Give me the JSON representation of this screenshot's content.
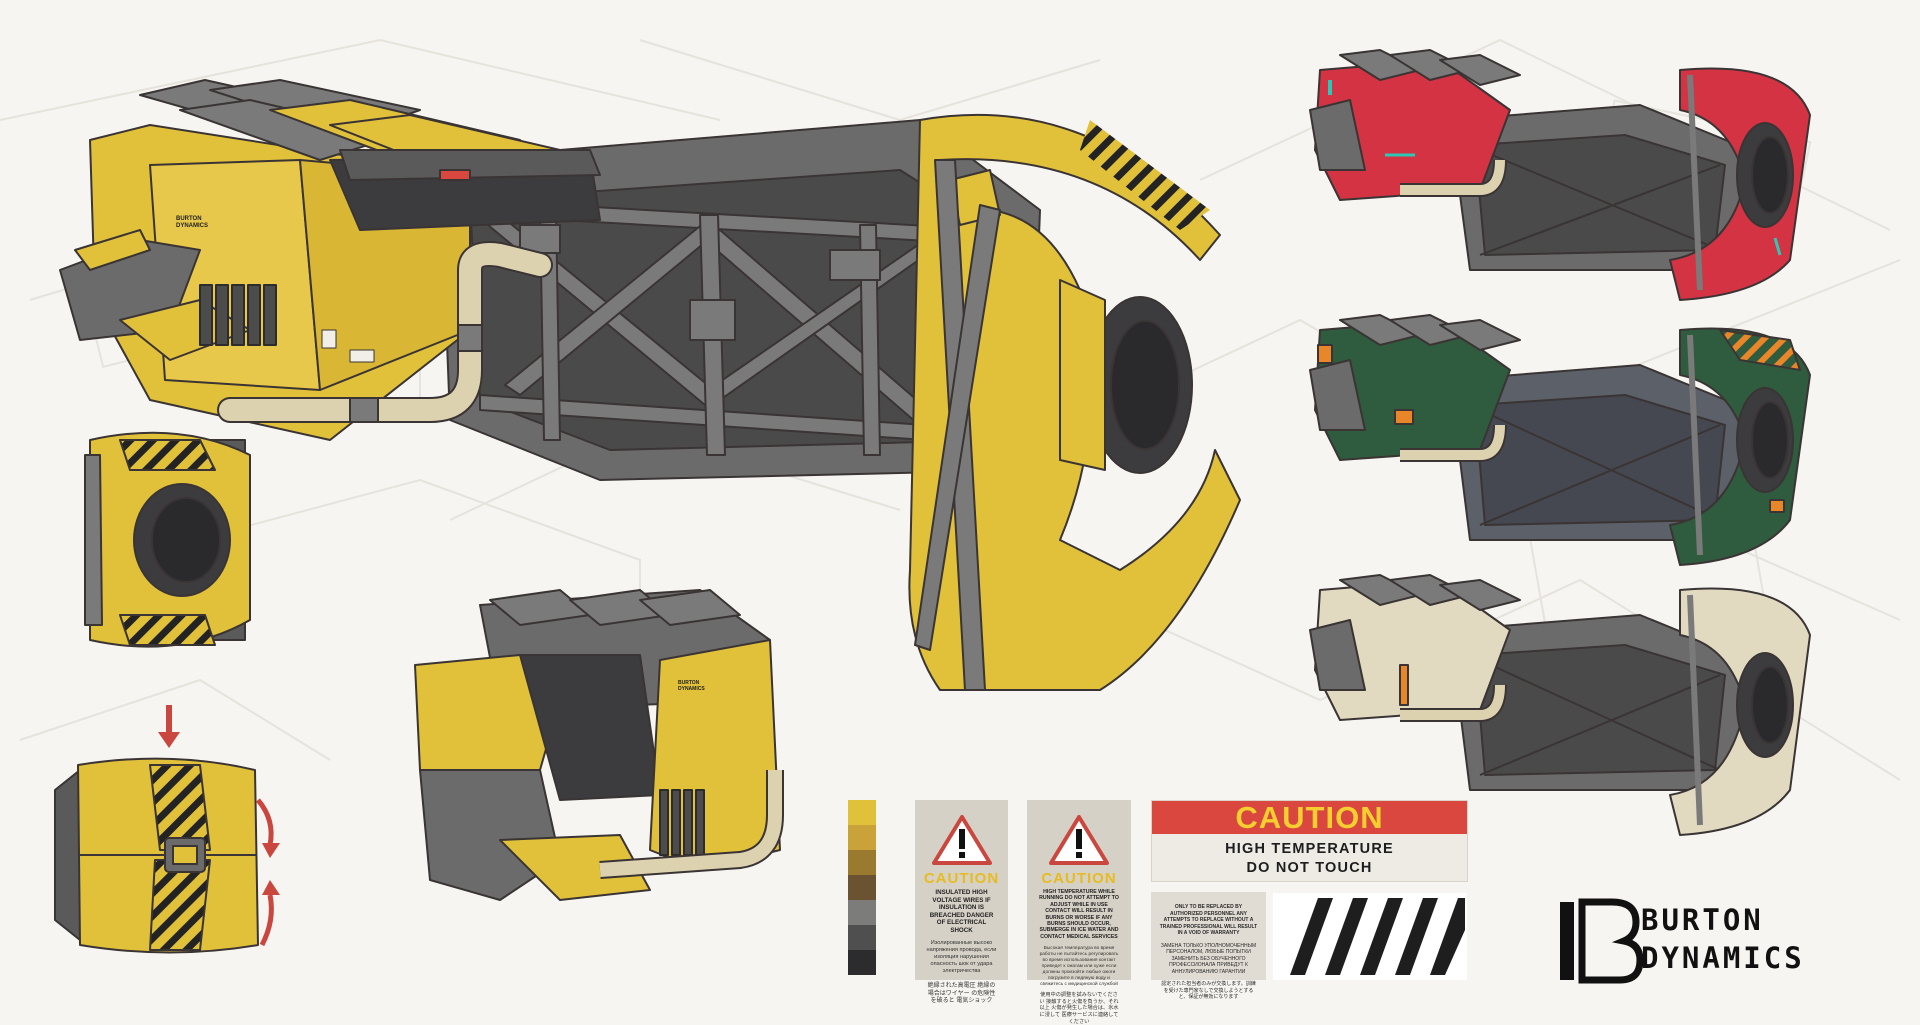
{
  "brand": {
    "line1": "BURTON",
    "line2": "DYNAMICS",
    "small_line1": "BURTON",
    "small_line2": "DYNAMICS"
  },
  "palette": [
    "#e0c23a",
    "#c9a33a",
    "#9a7a2e",
    "#6b5230",
    "#7c7c7a",
    "#4f4f50",
    "#2c2c2e"
  ],
  "colors": {
    "yellow": "#e1c03a",
    "gray_body": "#6c6b6b",
    "dark_gray": "#3c3c3e",
    "pipe_beige": "#dcd2b0",
    "red_variant": "#d43344",
    "green_variant": "#2f5c3e",
    "cream_variant": "#e2dac0",
    "accent_teal": "#2cc7b6",
    "accent_orange": "#e9862a",
    "caution_red": "#d9473f",
    "caution_yellow": "#f4cf2f"
  },
  "labels": {
    "electrical": {
      "caution": "CAUTION",
      "text": "INSULATED HIGH VOLTAGE WIRES IF INSULATION IS BREACHED DANGER OF ELECTRICAL SHOCK",
      "russian": "Изолированные высоко напряжения провода, если изоляция нарушения опасность шок от удара электричества",
      "japanese": "絶縁された高電圧 絶縁の場合はワイヤー の危険性を破ると 電気ショック"
    },
    "temperature": {
      "caution": "CAUTION",
      "text": "HIGH TEMPERATURE WHILE RUNNING DO NOT ATTEMPT TO ADJUST WHILE IN USE CONTACT WILL RESULT IN BURNS OR WORSE IF ANY BURNS SHOULD OCCUR, SUBMERGE IN ICE WATER AND CONTACT MEDICAL SERVICES",
      "russian": "Высокая температура во время работы не пытайтесь регулировать во время использования контакт приведет к ожогам или хуже если должны произойти любые ожоги погрузите в ледяную воду и свяжитесь с медицинской службой",
      "japanese": "使用中の調整を試みないでください 接触すると火傷を負うか、それ以上 火傷が発生した場合は、氷水に浸して 医療サービスに連絡してください"
    },
    "caution_big": {
      "title": "CAUTION",
      "line1": "HIGH TEMPERATURE",
      "line2": "DO NOT TOUCH"
    },
    "notice": {
      "text": "ONLY TO BE REPLACED BY AUTHORIZED PERSONNEL ANY ATTEMPTS TO REPLACE WITHOUT A TRAINED PROFESSIONAL WILL RESULT IN A VOID OF WARRANTY",
      "russian": "Замена только уполномоченным персоналом, любые попытки заменить без обученного профессионала приведут к аннулированию гарантии",
      "japanese": "認定された担当者のみが交換します。訓練を受けた専門家なしで交換しようとすると、保証が無効になります"
    }
  }
}
